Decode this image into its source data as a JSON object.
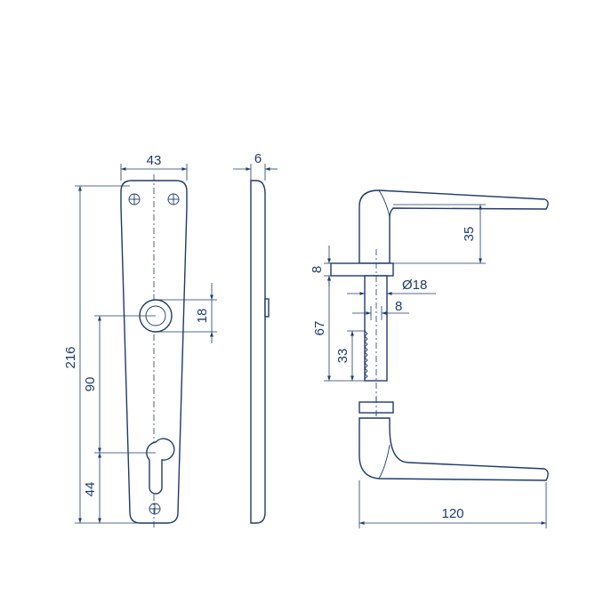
{
  "dimensions": {
    "plate_width": "43",
    "plate_thickness": "6",
    "plate_height": "216",
    "handle_hole_to_keyhole": "90",
    "keyhole_to_bottom": "44",
    "handle_hole_diameter": "18",
    "rosette_height": "8",
    "spindle_diameter": "Ø18",
    "spindle_square": "8",
    "spindle_length": "67",
    "spindle_knurl": "33",
    "lever_height": "35",
    "lever_length": "120"
  },
  "colors": {
    "line": "#1e3a6e",
    "background": "#ffffff"
  }
}
